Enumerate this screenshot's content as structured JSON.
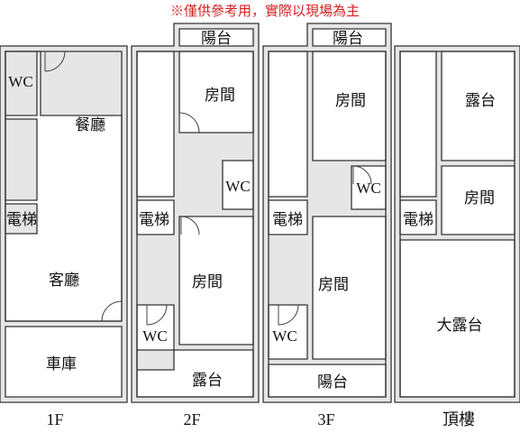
{
  "notice": "※僅供參考用，實際以現場為主",
  "colors": {
    "notice": "#d62020",
    "wall": "#e6e6e6",
    "outline": "#333333"
  },
  "floors": {
    "f1": {
      "label": "1F",
      "rooms": {
        "wc": "WC",
        "dining": "餐廳",
        "elevator": "電梯",
        "living": "客廳",
        "garage": "車庫"
      }
    },
    "f2": {
      "label": "2F",
      "rooms": {
        "balcony_top": "陽台",
        "bedroom_top": "房間",
        "wc_mid": "WC",
        "elevator": "電梯",
        "bedroom_bottom": "房間",
        "wc_bottom": "WC",
        "terrace": "露台"
      }
    },
    "f3": {
      "label": "3F",
      "rooms": {
        "balcony_top": "陽台",
        "bedroom_top": "房間",
        "wc_mid": "WC",
        "elevator": "電梯",
        "bedroom_bottom": "房間",
        "wc_bottom": "WC",
        "balcony_bottom": "陽台"
      }
    },
    "roof": {
      "label": "頂樓",
      "rooms": {
        "terrace": "露台",
        "bedroom": "房間",
        "elevator": "電梯",
        "big_terrace": "大露台"
      }
    }
  }
}
